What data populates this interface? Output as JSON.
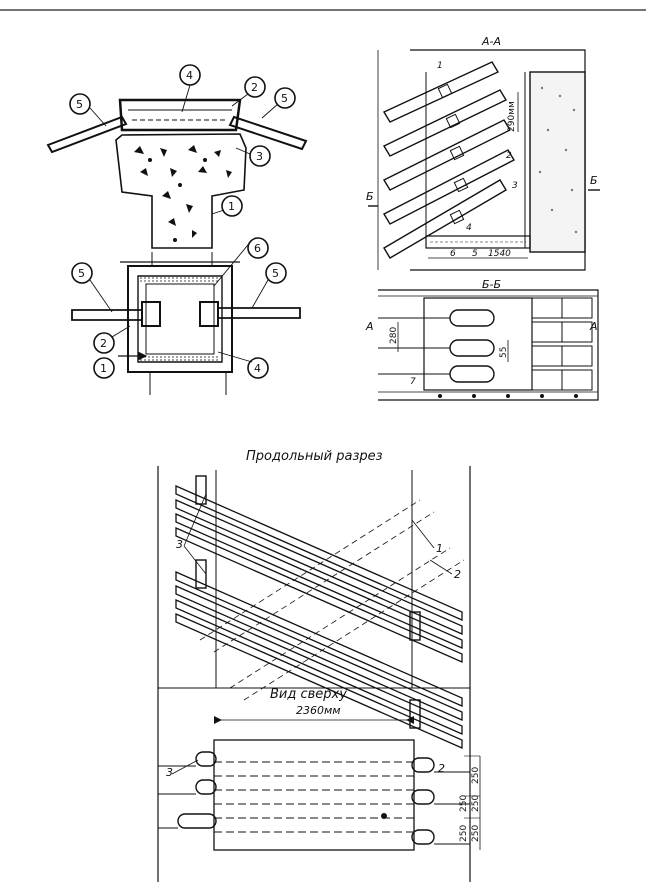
{
  "fig_a": {
    "callouts": [
      "1",
      "2",
      "3",
      "4",
      "5",
      "6"
    ]
  },
  "fig_b": {
    "section_aa": "А-А",
    "section_bb": "Б-Б",
    "cut_b": "Б",
    "cut_a": "А",
    "dim_290": "290мм",
    "dim_1540": "1540",
    "dim_280": "280",
    "dim_55": "55",
    "labels": [
      "1",
      "2",
      "3",
      "4",
      "5",
      "6",
      "7"
    ]
  },
  "fig_c": {
    "title": "Продольный разрез",
    "plan_title": "Вид сверху",
    "dim_2360": "2360мм",
    "dim_250": "250",
    "labels": [
      "1",
      "2",
      "3"
    ]
  }
}
